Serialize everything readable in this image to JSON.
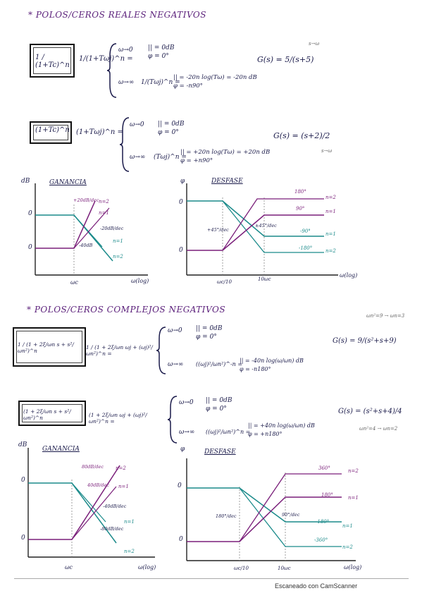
{
  "sections": [
    {
      "title": "* POLOS/CEROS REALES NEGATIVOS",
      "rows": [
        {
          "box": "1 / (1+Tc)^n",
          "expr": "1/(1+Tωj)^n =",
          "case_low": "ω→0",
          "low_vals": [
            "|| = 0dB",
            "φ = 0°"
          ],
          "case_high": "ω→∞",
          "high_expr": "1/(Tωj)^n =",
          "high_vals": [
            "|| = -20n log(Tω) = -20n dB",
            "φ = -n90°"
          ],
          "G": "G(s) = 5/(s+5)",
          "G_note": "s→ω"
        },
        {
          "box": "(1+Tc)^n",
          "expr": "(1+Tωj)^n =",
          "case_low": "ω→0",
          "low_vals": [
            "|| = 0dB",
            "φ = 0°"
          ],
          "case_high": "ω→∞",
          "high_expr": "(Tωj)^n =",
          "high_vals": [
            "|| = +20n log(Tω) = +20n dB",
            "φ = +n90°"
          ],
          "G": "G(s) = (s+2)/2",
          "G_note": "s→ω"
        }
      ],
      "plots": {
        "gain": {
          "ylabel": "dB",
          "title": "GANANCIA",
          "xlabel": "ω(log)",
          "y0a": "0",
          "y0b": "0",
          "xtick": "ωc",
          "labels": [
            "+20dB/dec",
            "n=2",
            "n=1",
            "-20dB/dec",
            "n=1",
            "-40dB",
            "n=2"
          ]
        },
        "phase": {
          "ylabel": "φ",
          "title": "DESFASE",
          "xlabel": "ω(log)",
          "y0a": "0",
          "y0b": "0",
          "xtick1": "ωc/10",
          "xtick2": "10ωc",
          "labels": [
            "+45°/dec",
            "±45°/dec",
            "180°",
            "n=2",
            "90°",
            "n=1",
            "-90°",
            "n=1",
            "-180°",
            "n=2"
          ]
        }
      }
    },
    {
      "title": "* POLOS/CEROS COMPLEJOS NEGATIVOS",
      "rows": [
        {
          "box": "1 / (1 + 2ξ/ωn s + s²/ωn²)^n",
          "expr": "1 / (1 + 2ξ/ωn ωj + (ωj)²/ωn²)^n =",
          "case_low": "ω→0",
          "low_vals": [
            "|| = 0dB",
            "φ = 0°"
          ],
          "case_high": "ω→∞",
          "high_expr": "((ωj)²/ωn²)^-n =",
          "high_vals": [
            "|| = -40n log(ω/ωn) dB",
            "φ = -n180°"
          ],
          "G": "G(s) = 9/(s²+s+9)",
          "G_note": "ωn²=9 → ωn=3"
        },
        {
          "box": "(1 + 2ξ/ωn s + s²/ωn²)^n",
          "expr": "(1 + 2ξ/ωn ωj + (ωj)²/ωn²)^n =",
          "case_low": "ω→0",
          "low_vals": [
            "|| = 0dB",
            "φ = 0°"
          ],
          "case_high": "ω→∞",
          "high_expr": "((ωj)²/ωn²)^n =",
          "high_vals": [
            "|| = +40n log(ω/ωn) dB",
            "φ = +n180°"
          ],
          "G": "G(s) = (s²+s+4)/4",
          "G_note": "ωn²=4 → ωn=2"
        }
      ],
      "plots": {
        "gain": {
          "ylabel": "dB",
          "title": "GANANCIA",
          "xlabel": "ω(log)",
          "y0a": "0",
          "y0b": "0",
          "xtick": "ωc",
          "labels": [
            "80dB/dec",
            "n=2",
            "40dB/dec",
            "n=1",
            "-40dB/dec",
            "n=1",
            "-80dB/dec",
            "n=2"
          ]
        },
        "phase": {
          "ylabel": "φ",
          "title": "DESFASE",
          "xlabel": "ω(log)",
          "y0a": "0",
          "y0b": "0",
          "xtick1": "ωc/10",
          "xtick2": "10ωc",
          "labels": [
            "180°/dec",
            "90°/dec",
            "360°",
            "n=2",
            "180°",
            "n=1",
            "-180°",
            "n=1",
            "-360°",
            "n=2"
          ]
        }
      }
    }
  ],
  "footer": "Escaneado con CamScanner",
  "colors": {
    "teal": "#1a8a8a",
    "purple": "#7a1f7a",
    "ink": "#1a1a4a"
  }
}
